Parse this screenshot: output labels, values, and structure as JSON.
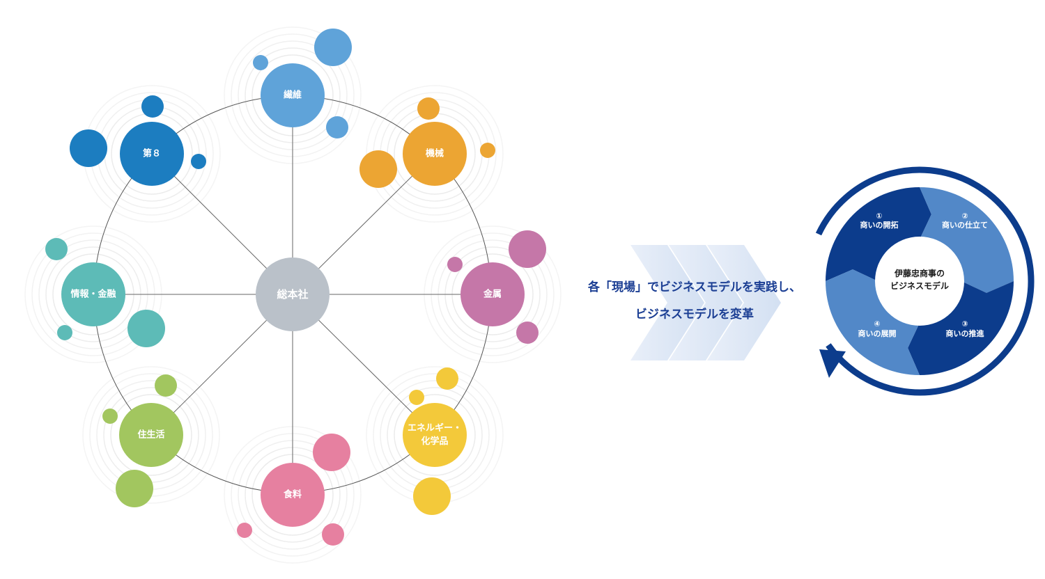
{
  "hub": {
    "center_label": "総本社",
    "nodes": [
      {
        "id": "fiber",
        "lines": [
          "繊維"
        ],
        "color": "#5fa3d9"
      },
      {
        "id": "machinery",
        "lines": [
          "機械"
        ],
        "color": "#eca533"
      },
      {
        "id": "metals",
        "lines": [
          "金属"
        ],
        "color": "#c577a8"
      },
      {
        "id": "energy",
        "lines": [
          "エネルギー・",
          "化学品"
        ],
        "color": "#f3c93a"
      },
      {
        "id": "food",
        "lines": [
          "食料"
        ],
        "color": "#e680a0"
      },
      {
        "id": "living",
        "lines": [
          "住生活"
        ],
        "color": "#a2c65f"
      },
      {
        "id": "ict",
        "lines": [
          "情報・金融"
        ],
        "color": "#5dbbb7"
      },
      {
        "id": "eighth",
        "lines": [
          "第８"
        ],
        "color": "#1c7dc0"
      }
    ],
    "center_color": "#bac1c9",
    "line_color": "#666666"
  },
  "message": {
    "line1": "各「現場」でビジネスモデルを実践し、",
    "line2": "ビジネスモデルを変革"
  },
  "cycle": {
    "core_line1": "伊藤忠商事の",
    "core_line2": "ビジネスモデル",
    "steps": [
      {
        "num": "①",
        "label": "商いの開拓",
        "color": "#0c3c8c"
      },
      {
        "num": "②",
        "label": "商いの仕立て",
        "color": "#5288c8"
      },
      {
        "num": "③",
        "label": "商いの推進",
        "color": "#0c3c8c"
      },
      {
        "num": "④",
        "label": "商いの展開",
        "color": "#5288c8"
      }
    ],
    "arrow_color": "#0c3c8c"
  }
}
